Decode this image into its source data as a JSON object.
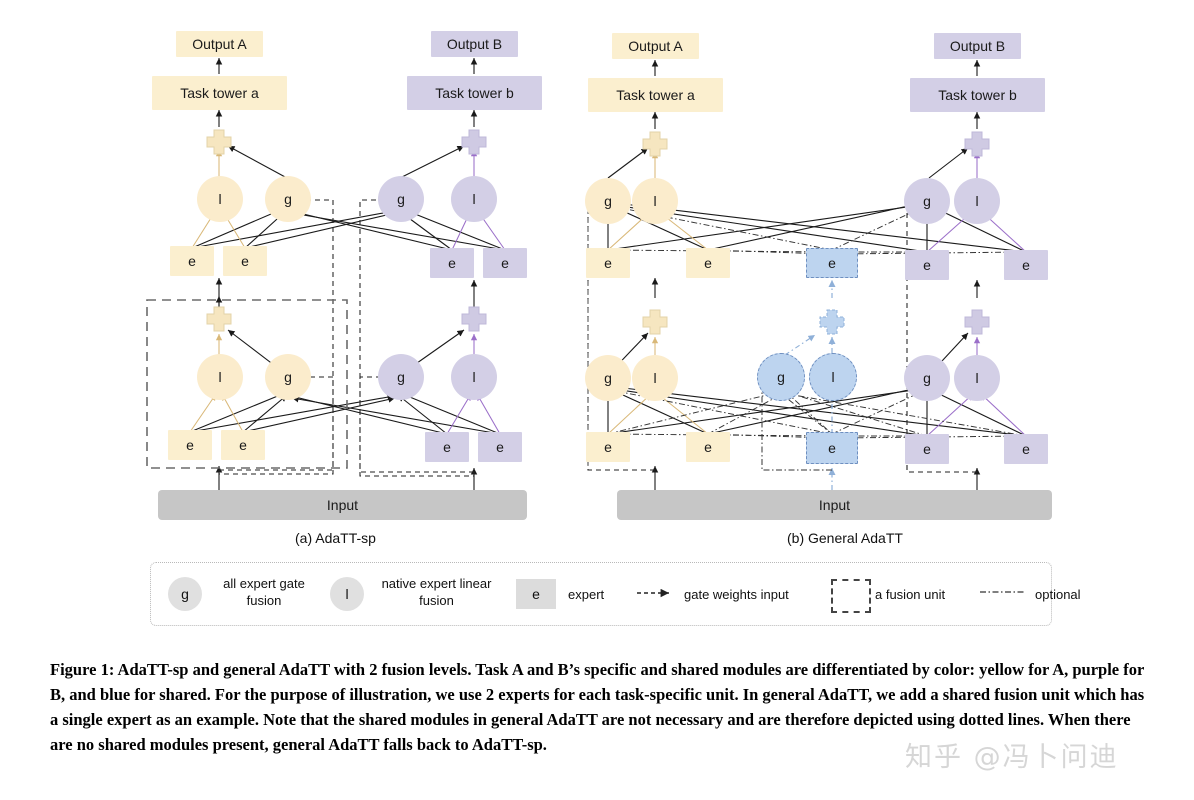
{
  "figure": {
    "panels": [
      {
        "id": "a",
        "caption": "(a) AdaTT-sp",
        "input_label": "Input",
        "units": [
          {
            "task": "A",
            "level": "top",
            "output_label": "Output A",
            "tower_label": "Task tower a",
            "gate_label": "g",
            "linear_label": "l",
            "experts": [
              "e",
              "e"
            ]
          },
          {
            "task": "B",
            "level": "top",
            "output_label": "Output B",
            "tower_label": "Task tower b",
            "gate_label": "g",
            "linear_label": "l",
            "experts": [
              "e",
              "e"
            ]
          },
          {
            "task": "A",
            "level": "bottom",
            "gate_label": "g",
            "linear_label": "l",
            "experts": [
              "e",
              "e"
            ]
          },
          {
            "task": "B",
            "level": "bottom",
            "gate_label": "g",
            "linear_label": "l",
            "experts": [
              "e",
              "e"
            ]
          }
        ]
      },
      {
        "id": "b",
        "caption": "(b) General AdaTT",
        "input_label": "Input",
        "units": [
          {
            "task": "A",
            "level": "top",
            "output_label": "Output A",
            "tower_label": "Task tower a",
            "gate_label": "g",
            "linear_label": "l",
            "experts": [
              "e",
              "e"
            ]
          },
          {
            "task": "shared",
            "level": "top",
            "experts": [
              "e"
            ]
          },
          {
            "task": "B",
            "level": "top",
            "output_label": "Output B",
            "tower_label": "Task tower b",
            "gate_label": "g",
            "linear_label": "l",
            "experts": [
              "e",
              "e"
            ]
          },
          {
            "task": "A",
            "level": "bottom",
            "gate_label": "g",
            "linear_label": "l",
            "experts": [
              "e",
              "e"
            ]
          },
          {
            "task": "shared",
            "level": "bottom",
            "gate_label": "g",
            "linear_label": "l",
            "experts": [
              "e"
            ]
          },
          {
            "task": "B",
            "level": "bottom",
            "gate_label": "g",
            "linear_label": "l",
            "experts": [
              "e",
              "e"
            ]
          }
        ]
      }
    ]
  },
  "legend": {
    "items": [
      {
        "glyph": "g",
        "text_line1": "all expert gate",
        "text_line2": "fusion"
      },
      {
        "glyph": "l",
        "text_line1": "native expert linear",
        "text_line2": "fusion"
      },
      {
        "glyph": "e",
        "text": "expert"
      },
      {
        "glyph": "arrow",
        "text": "gate weights input"
      },
      {
        "glyph": "dashed-box",
        "text": "a fusion unit"
      },
      {
        "glyph": "dashdot-line",
        "text": "optional"
      }
    ]
  },
  "colors": {
    "task_a_yellow": "#fbefcf",
    "task_b_purple": "#d3cfe6",
    "shared_blue": "#bdd4ef",
    "input_grey": "#c6c6c6",
    "yellow_line": "#d9b878",
    "purple_line": "#9b6fc9",
    "black_line": "#1a1a1a"
  },
  "caption": {
    "text": "Figure 1: AdaTT-sp and general AdaTT with 2 fusion levels. Task A and B’s specific and shared modules are differentiated by color: yellow for A, purple for B, and blue for shared. For the purpose of illustration, we use 2 experts for each task-specific unit. In general AdaTT, we add a shared fusion unit which has a single expert as an example. Note that the shared modules in general AdaTT are not necessary and are therefore depicted using dotted lines. When there are no shared modules present, general AdaTT falls back to AdaTT-sp."
  },
  "watermark": {
    "text": "知乎 @冯卜问迪"
  }
}
